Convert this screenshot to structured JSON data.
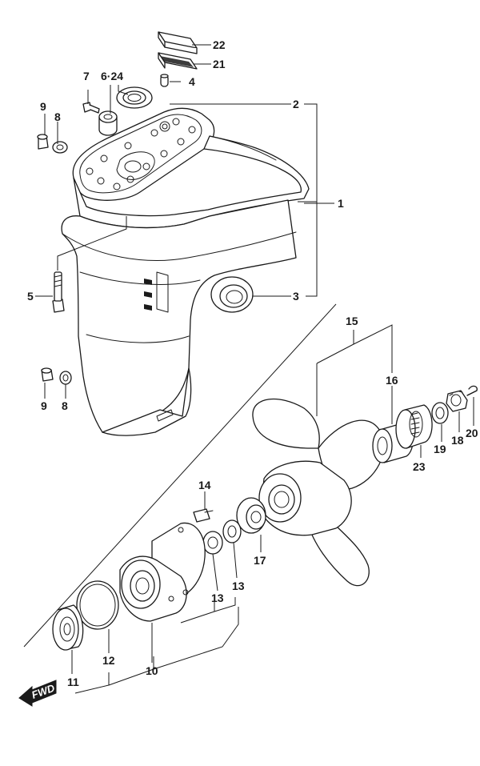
{
  "callouts": {
    "c1": "1",
    "c2": "2",
    "c3": "3",
    "c4": "4",
    "c5": "5",
    "c6_24": "6·24",
    "c7": "7",
    "c8_top": "8",
    "c8_bot": "8",
    "c9_top": "9",
    "c9_bot": "9",
    "c10": "10",
    "c11": "11",
    "c12": "12",
    "c13_a": "13",
    "c13_b": "13",
    "c14": "14",
    "c15": "15",
    "c16": "16",
    "c17": "17",
    "c18": "18",
    "c19": "19",
    "c20": "20",
    "c21": "21",
    "c22": "22",
    "c23": "23"
  },
  "fwd_label": "FWD"
}
